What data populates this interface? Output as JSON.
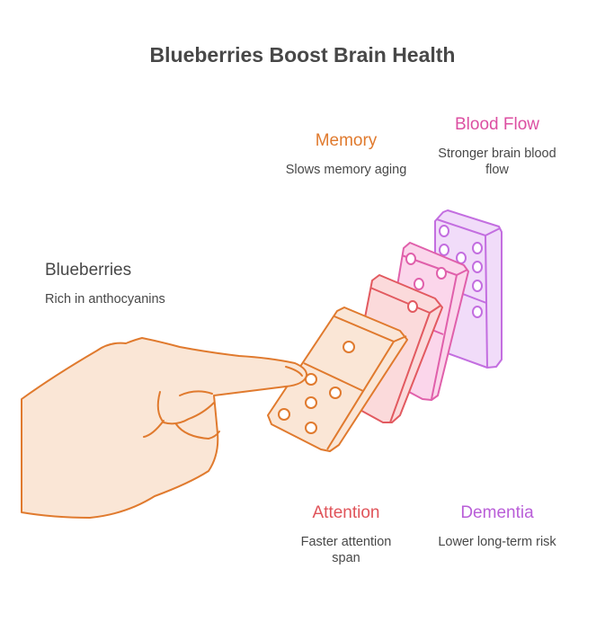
{
  "title": "Blueberries Boost Brain Health",
  "items": {
    "blueberries": {
      "label": "Blueberries",
      "desc": "Rich in anthocyanins"
    },
    "memory": {
      "label": "Memory",
      "desc": "Slows memory aging"
    },
    "blood_flow": {
      "label": "Blood Flow",
      "desc": "Stronger brain blood flow"
    },
    "attention": {
      "label": "Attention",
      "desc": "Faster attention span"
    },
    "dementia": {
      "label": "Dementia",
      "desc": "Lower long-term risk"
    }
  },
  "colors": {
    "title": "#484848",
    "memory": "#e07a2e",
    "blood_flow": "#dc4fa2",
    "attention": "#e0545a",
    "dementia": "#b95ed8",
    "hand_fill": "#fae6d6",
    "hand_stroke": "#e07a2e"
  }
}
